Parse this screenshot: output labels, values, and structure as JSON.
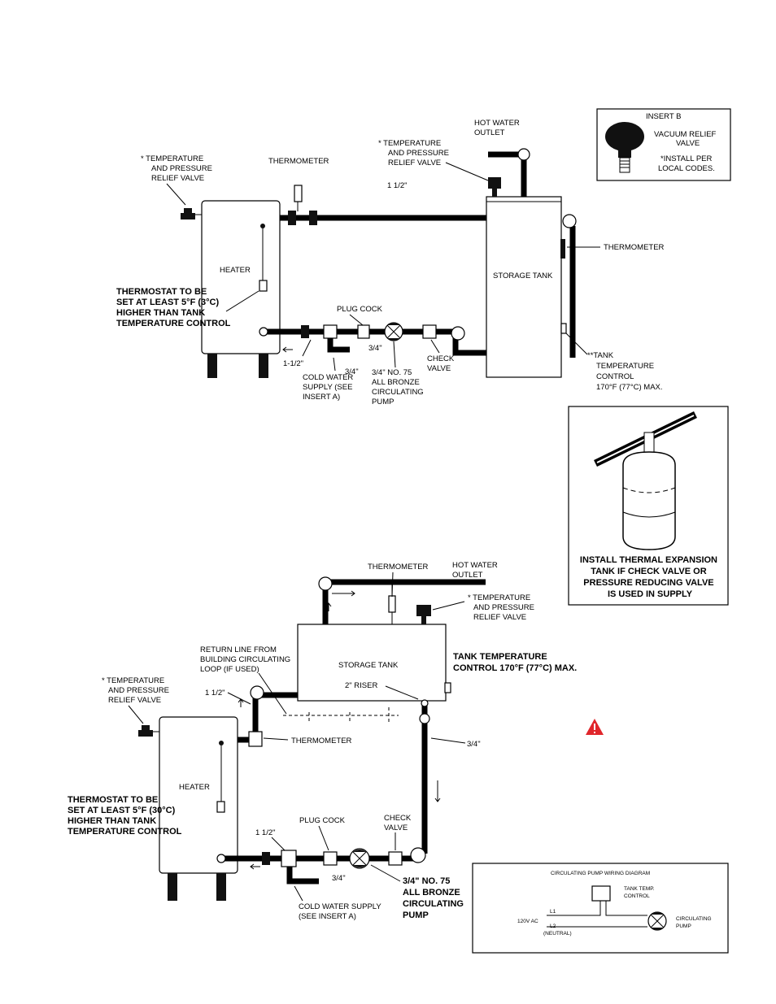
{
  "top": {
    "trv_heater": [
      "* TEMPERATURE",
      "AND PRESSURE",
      "RELIEF VALVE"
    ],
    "thermometer": "THERMOMETER",
    "heater": "HEATER",
    "thermostat": [
      "THERMOSTAT TO BE",
      "SET AT LEAST 5°F (3°C)",
      "HIGHER THAN TANK",
      "TEMPERATURE CONTROL"
    ],
    "plug_cock": "PLUG COCK",
    "three_quarter_a": "3/4\"",
    "three_quarter_b": "3/4\"",
    "one_half": "1-1/2\"",
    "cold_water": [
      "COLD WATER",
      "SUPPLY (SEE",
      "INSERT A)"
    ],
    "pump": [
      "3/4\" NO. 75",
      "ALL BRONZE",
      "CIRCULATING",
      "PUMP"
    ],
    "check_valve": [
      "CHECK",
      "VALVE"
    ],
    "trv_tank": [
      "* TEMPERATURE",
      "AND PRESSURE",
      "RELIEF VALVE"
    ],
    "pipe_size": "1 1/2\"",
    "hot_water_outlet": [
      "HOT WATER",
      "OUTLET"
    ],
    "storage_tank": "STORAGE TANK",
    "thermometer_tank": "THERMOMETER",
    "tank_control": [
      "**TANK",
      "TEMPERATURE",
      "CONTROL",
      "170°F (77°C) MAX."
    ]
  },
  "insert_b": {
    "title": "INSERT B",
    "valve": [
      "VACUUM RELIEF",
      "VALVE"
    ],
    "note": [
      "*INSTALL PER",
      "LOCAL CODES."
    ]
  },
  "expansion": {
    "caption": [
      "INSTALL THERMAL EXPANSION",
      "TANK IF CHECK VALVE OR",
      "PRESSURE REDUCING VALVE",
      "IS USED IN SUPPLY"
    ]
  },
  "bottom": {
    "thermometer": "THERMOMETER",
    "hot_water_outlet": [
      "HOT WATER",
      "OUTLET"
    ],
    "trv_tank": [
      "* TEMPERATURE",
      "AND PRESSURE",
      "RELIEF VALVE"
    ],
    "return_line": [
      "RETURN LINE FROM",
      "BUILDING CIRCULATING",
      "LOOP (IF USED)"
    ],
    "storage_tank": "STORAGE TANK",
    "tank_control": [
      "TANK TEMPERATURE",
      "CONTROL 170°F (77°C) MAX."
    ],
    "riser": "2\" RISER",
    "trv_heater": [
      "* TEMPERATURE",
      "AND PRESSURE",
      "RELIEF VALVE"
    ],
    "one_half_top": "1 1/2\"",
    "thermometer_heater": "THERMOMETER",
    "three_quarter_riser": "3/4\"",
    "heater": "HEATER",
    "thermostat": [
      "THERMOSTAT TO BE",
      "SET AT LEAST 5°F (30°C)",
      "HIGHER THAN TANK",
      "TEMPERATURE CONTROL"
    ],
    "plug_cock": "PLUG COCK",
    "check_valve": [
      "CHECK",
      "VALVE"
    ],
    "one_half_bottom": "1 1/2\"",
    "three_quarter": "3/4\"",
    "pump": [
      "3/4\" NO. 75",
      "ALL BRONZE",
      "CIRCULATING",
      "PUMP"
    ],
    "cold_water": [
      "COLD WATER SUPPLY",
      "(SEE INSERT A)"
    ]
  },
  "wiring": {
    "title": "CIRCULATING PUMP WIRING DIAGRAM",
    "tank_control": [
      "TANK TEMP.",
      "CONTROL"
    ],
    "voltage": "120V AC",
    "l1": "L1",
    "l2": [
      "L2",
      "(NEUTRAL)"
    ],
    "pump": [
      "CIRCULATING",
      "PUMP"
    ]
  },
  "warning_icon": "warning-triangle-icon",
  "colors": {
    "warning": "#e0262b",
    "line": "#000000"
  }
}
